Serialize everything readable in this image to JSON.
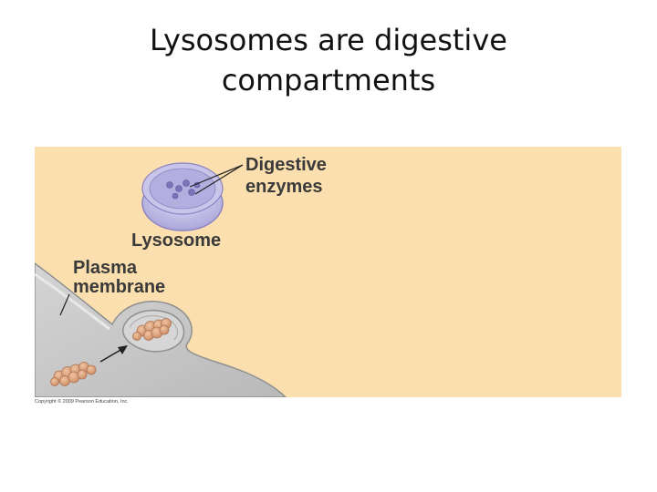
{
  "slide": {
    "title_line1": "Lysosomes are digestive",
    "title_line2": "compartments"
  },
  "figure": {
    "labels": {
      "digestive_enzymes_line1": "Digestive",
      "digestive_enzymes_line2": "enzymes",
      "lysosome": "Lysosome",
      "plasma_membrane_line1": "Plasma",
      "plasma_membrane_line2": "membrane"
    },
    "copyright": "Copyright © 2009 Pearson Education, Inc.",
    "colors": {
      "background": "#fbdfae",
      "membrane": "#c8c8c8",
      "lysosome": "#c9c5ea",
      "enzyme": "#7a74b8",
      "particle": "#d9a07a"
    },
    "icons": {
      "lysosome": "lysosome-vesicle-icon",
      "enzymes": "enzyme-dot-icon",
      "food_particle": "food-particle-icon",
      "arrow": "arrow-icon"
    }
  }
}
